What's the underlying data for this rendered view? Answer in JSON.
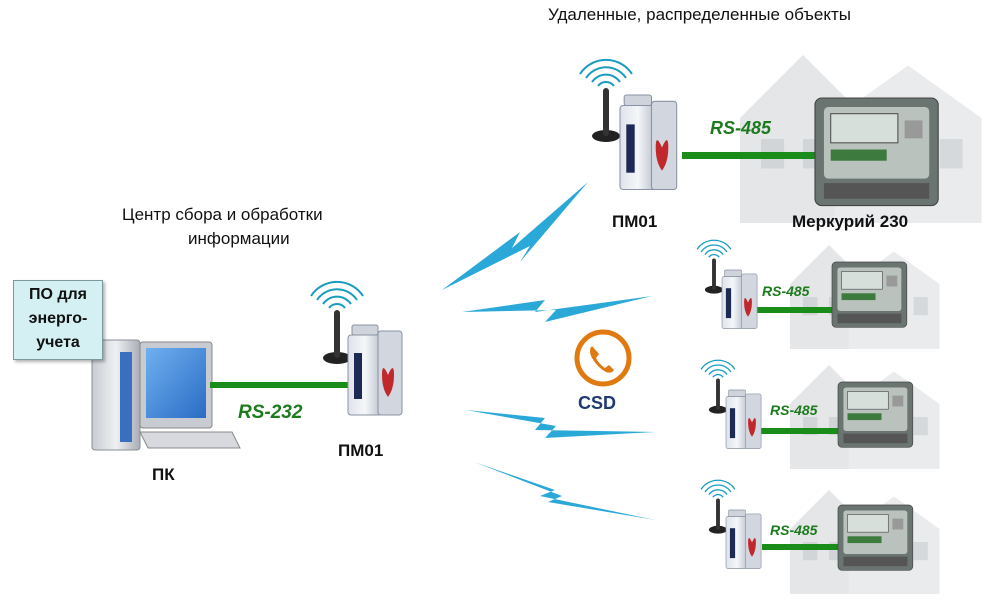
{
  "header": {
    "title": "Удаленные, распределенные объекты"
  },
  "center": {
    "title_line1": "Центр сбора и обработки",
    "title_line2": "информации"
  },
  "software_box": {
    "text": "ПО для\nэнерго-\nучета"
  },
  "pc": {
    "label": "ПК",
    "link_label": "RS-232"
  },
  "modem_center": {
    "label": "ПМ01"
  },
  "modem_remote": {
    "label": "ПМ01"
  },
  "meter_main": {
    "label": "Меркурий 230",
    "link_label": "RS-485"
  },
  "remote_sites": [
    {
      "link_label": "RS-485"
    },
    {
      "link_label": "RS-485"
    },
    {
      "link_label": "RS-485"
    }
  ],
  "channel": {
    "label": "CSD"
  },
  "colors": {
    "link": "#1a8c1a",
    "lightning": "#2aa8d8",
    "csd": "#e07a10",
    "house": "#e4e6e8"
  }
}
